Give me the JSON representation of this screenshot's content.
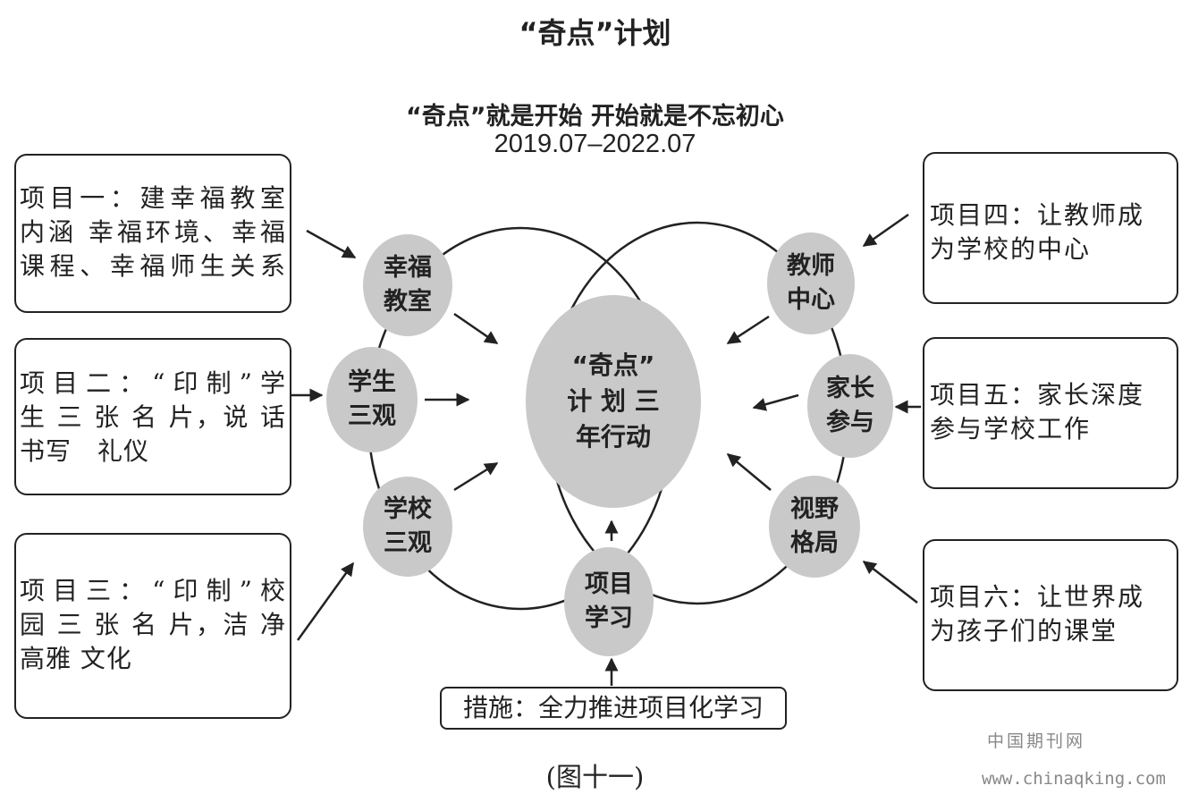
{
  "title": "“奇点”计划",
  "subtitle_line1": "“奇点”就是开始 开始就是不忘初心",
  "subtitle_line2": "2019.07–2022.07",
  "center": {
    "lines": [
      "“奇点”",
      "计 划 三",
      "年行动"
    ]
  },
  "nodes": {
    "happy_classroom": [
      "幸福",
      "教室"
    ],
    "student_views": [
      "学生",
      "三观"
    ],
    "school_views": [
      "学校",
      "三观"
    ],
    "teacher_center": [
      "教师",
      "中心"
    ],
    "parent_participation": [
      "家长",
      "参与"
    ],
    "vision": [
      "视野",
      "格局"
    ],
    "project_learning": [
      "项目",
      "学习"
    ]
  },
  "projects": {
    "p1": [
      "项目一：建幸福教室",
      "内涵 幸福环境、幸福",
      "课程、幸福师生关系"
    ],
    "p2": [
      "项目二：“印制”学",
      "生 三 张 名 片，说 话",
      "书写　礼仪"
    ],
    "p3": [
      "项目三：“印制”校",
      "园 三 张 名 片，洁 净",
      "高雅 文化"
    ],
    "p4": [
      "项目四：让教师成",
      "为学校的中心"
    ],
    "p5": [
      "项目五：家长深度",
      "参与学校工作"
    ],
    "p6": [
      "项目六：让世界成",
      "为孩子们的课堂"
    ]
  },
  "measure": "措施：全力推进项目化学习",
  "caption": "(图十一)",
  "watermark": {
    "name": "中国期刊网",
    "url": "www.chinaqking.com"
  }
}
